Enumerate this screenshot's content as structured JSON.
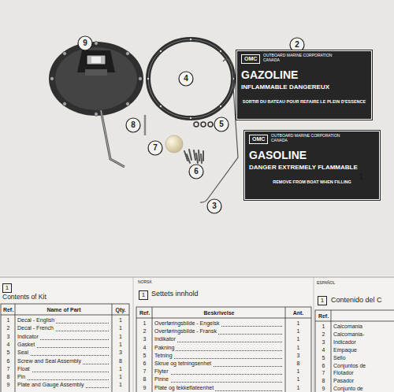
{
  "diagram": {
    "nodes": [
      {
        "text": [
          "OMC",
          "OUTBOARD MARINE CORPORATION CANADA",
          "GAZOLINE",
          "INFLAMMABLE DANGEREUX",
          "SORTIR DU BATEAU POUR REFAIRE LE PLEIN D'ESSENCE"
        ]
      },
      {
        "text": [
          "OMC",
          "OUTBOARD MARINE CORPORATION CANADA",
          "GASOLINE",
          "DANGER EXTREMELY FLAMMABLE",
          "REMOVE FROM BOAT WHEN FILLING"
        ]
      }
    ],
    "labels": [
      "9",
      "2",
      "4",
      "5",
      "8",
      "7",
      "6",
      "1",
      "3",
      "1",
      "Contents of Kit",
      "Ref.",
      "Name of Part",
      "Qty.",
      "1",
      "Decal - English",
      "1",
      "2",
      "Decal - French",
      "1",
      "3",
      "Indicator",
      "1",
      "4",
      "Gasket",
      "1",
      "5",
      "Seal",
      "3",
      "6",
      "Screw and Seal Assembly",
      "8",
      "7",
      "Float",
      "1",
      "8",
      "Pin",
      "1",
      "9",
      "Plate and Gauge Assembly",
      "1",
      "NORSK",
      "1",
      "Settets innhold",
      "Ref.",
      "Beskrivelse",
      "Ant.",
      "1",
      "Overføringsbilde - Engelsk",
      "1",
      "2",
      "Overføringsbilde - Fransk",
      "1",
      "3",
      "Indikator",
      "1",
      "4",
      "Pakning",
      "1",
      "5",
      "Tetning",
      "3",
      "6",
      "Skrue og tetningsenhet",
      "8",
      "7",
      "Flyter",
      "1",
      "8",
      "Pinne",
      "1",
      "9",
      "Plate og tekkeflateenhet",
      "1",
      "ESPAÑOL",
      "1",
      "Contenido del C",
      "Ref.",
      "1",
      "Calcomania",
      "2",
      "Calcomania-",
      "3",
      "Indicador",
      "4",
      "Empaque",
      "5",
      "Sello",
      "6",
      "Conjuntos de",
      "7",
      "Flotador",
      "8",
      "Pasador",
      "9",
      "Conjunto de"
    ]
  }
}
